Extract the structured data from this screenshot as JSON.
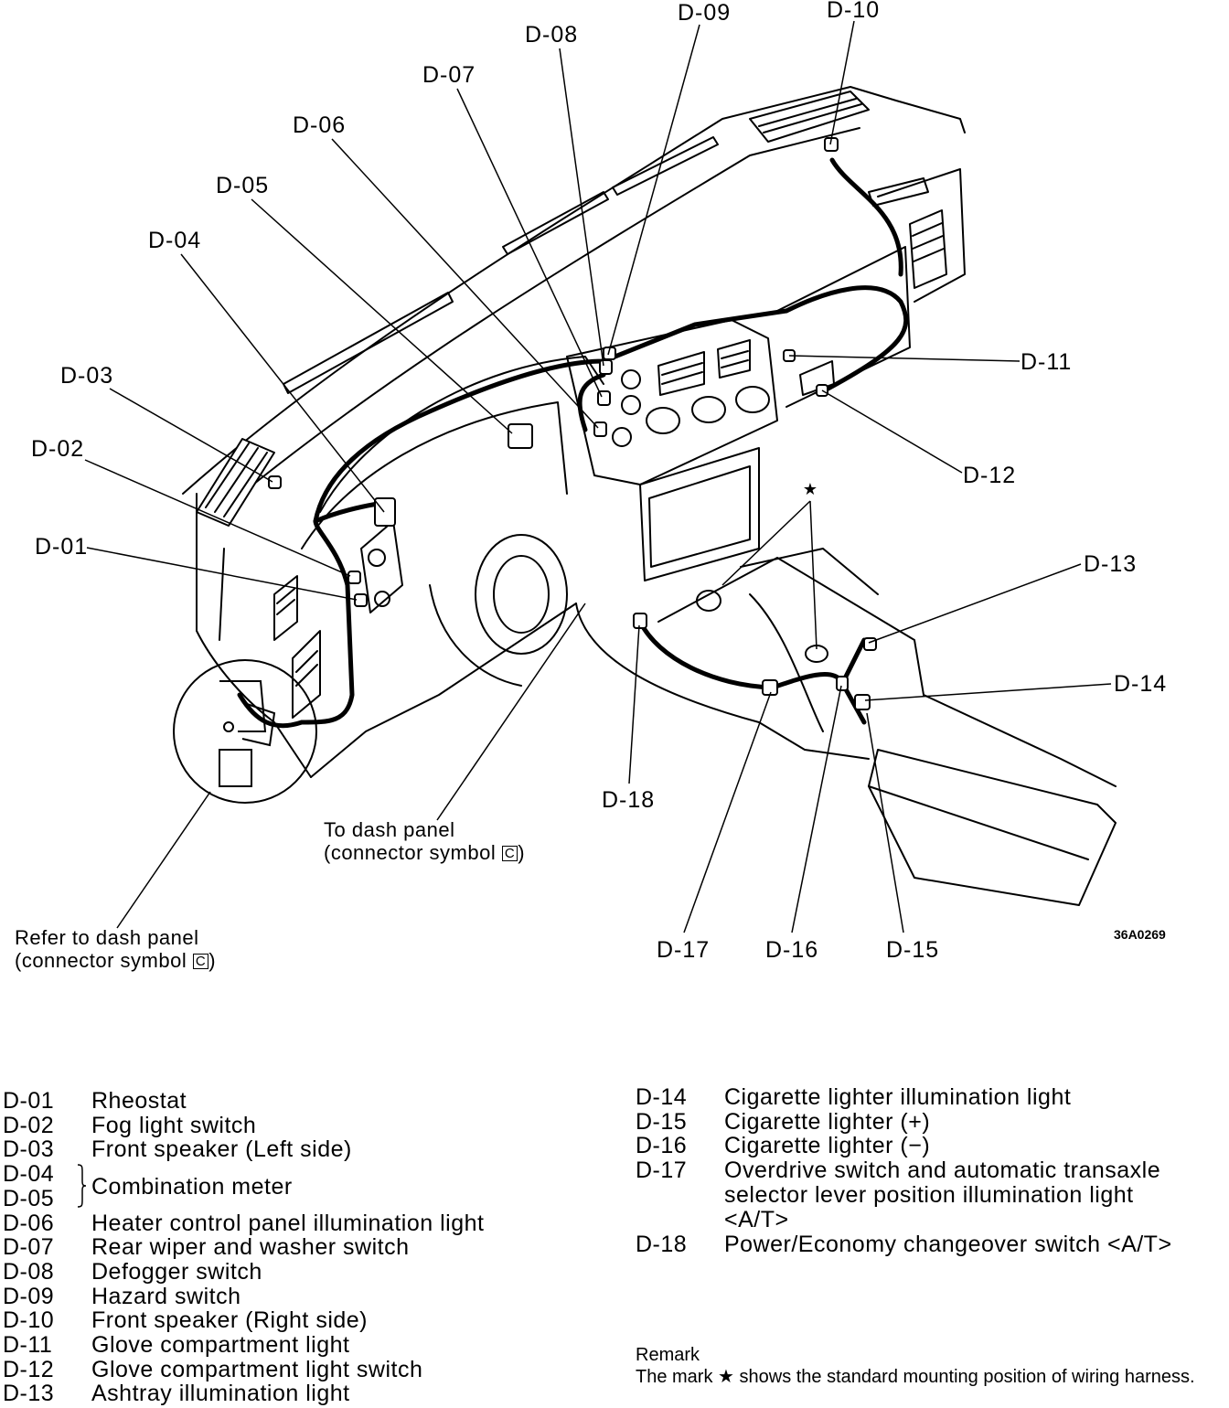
{
  "diagram": {
    "figure_id": "36A0269",
    "callouts": [
      {
        "id": "D-01",
        "text": "D-01"
      },
      {
        "id": "D-02",
        "text": "D-02"
      },
      {
        "id": "D-03",
        "text": "D-03"
      },
      {
        "id": "D-04",
        "text": "D-04"
      },
      {
        "id": "D-05",
        "text": "D-05"
      },
      {
        "id": "D-06",
        "text": "D-06"
      },
      {
        "id": "D-07",
        "text": "D-07"
      },
      {
        "id": "D-08",
        "text": "D-08"
      },
      {
        "id": "D-09",
        "text": "D-09"
      },
      {
        "id": "D-10",
        "text": "D-10"
      },
      {
        "id": "D-11",
        "text": "D-11"
      },
      {
        "id": "D-12",
        "text": "D-12"
      },
      {
        "id": "D-13",
        "text": "D-13"
      },
      {
        "id": "D-14",
        "text": "D-14"
      },
      {
        "id": "D-15",
        "text": "D-15"
      },
      {
        "id": "D-16",
        "text": "D-16"
      },
      {
        "id": "D-17",
        "text": "D-17"
      },
      {
        "id": "D-18",
        "text": "D-18"
      }
    ],
    "notes": {
      "to_dash_line1": "To dash panel",
      "to_dash_line2": "(connector symbol",
      "refer_line1": "Refer to dash panel",
      "refer_line2": "(connector symbol",
      "connector_symbol": "C",
      "close_paren": ")"
    }
  },
  "legend": {
    "left": [
      {
        "code": "D-01",
        "desc": "Rheostat"
      },
      {
        "code": "D-02",
        "desc": "Fog light switch"
      },
      {
        "code": "D-03",
        "desc": "Front speaker (Left side)"
      },
      {
        "code": "D-04",
        "desc": ""
      },
      {
        "code": "D-05",
        "desc": ""
      },
      {
        "code": "D-06",
        "desc": "Heater control panel illumination light"
      },
      {
        "code": "D-07",
        "desc": "Rear wiper and washer switch"
      },
      {
        "code": "D-08",
        "desc": "Defogger switch"
      },
      {
        "code": "D-09",
        "desc": "Hazard switch"
      },
      {
        "code": "D-10",
        "desc": "Front speaker (Right side)"
      },
      {
        "code": "D-11",
        "desc": "Glove compartment light"
      },
      {
        "code": "D-12",
        "desc": "Glove compartment light switch"
      },
      {
        "code": "D-13",
        "desc": "Ashtray illumination light"
      }
    ],
    "combined_desc": "Combination meter",
    "right": [
      {
        "code": "D-14",
        "lines": [
          "Cigarette lighter illumination light"
        ]
      },
      {
        "code": "D-15",
        "lines": [
          "Cigarette lighter (+)"
        ]
      },
      {
        "code": "D-16",
        "lines": [
          "Cigarette lighter (−)"
        ]
      },
      {
        "code": "D-17",
        "lines": [
          "Overdrive switch and automatic transaxle",
          "selector lever position illumination light",
          "<A/T>"
        ]
      },
      {
        "code": "D-18",
        "lines": [
          "Power/Economy changeover switch <A/T>"
        ]
      }
    ]
  },
  "remark": {
    "title": "Remark",
    "body": "The mark ★ shows the standard mounting position of wiring harness."
  }
}
